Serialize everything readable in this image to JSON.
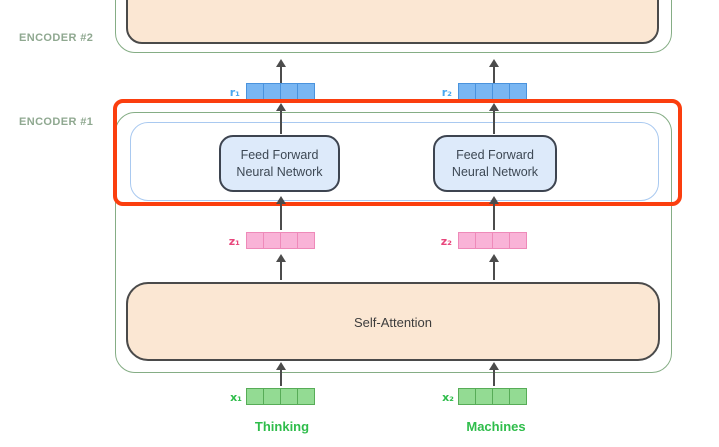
{
  "encoders": [
    {
      "label": "ENCODER #2"
    },
    {
      "label": "ENCODER #1"
    }
  ],
  "self_attention_label": "Self-Attention",
  "columns": [
    {
      "word": "Thinking",
      "x_label": "x₁",
      "z_label": "z₁",
      "r_label": "r₁",
      "ffnn_line1": "Feed Forward",
      "ffnn_line2": "Neural Network"
    },
    {
      "word": "Machines",
      "x_label": "x₂",
      "z_label": "z₂",
      "r_label": "r₂",
      "ffnn_line1": "Feed Forward",
      "ffnn_line2": "Neural Network"
    }
  ],
  "colors": {
    "encoder_border_green": "#85ad85",
    "encoder_label_green": "#8fa890",
    "highlight_orange": "#fb3e0e",
    "ffnn_layer_border_blue": "#a9c9f0",
    "box_border_dark": "#4a4a4a",
    "ffnn_border_dark": "#3d4450",
    "peach_fill": "#fbe7d3",
    "ffnn_fill": "#ddeafa",
    "r_vector_blue": "#79b6f2",
    "r_label_blue": "#4aa8f0",
    "z_vector_pink": "#f9b3d7",
    "z_label_pink": "#e8467c",
    "x_vector_green": "#93db93",
    "x_label_green": "#2fbd4b",
    "arrow_gray": "#4c4c4c"
  }
}
